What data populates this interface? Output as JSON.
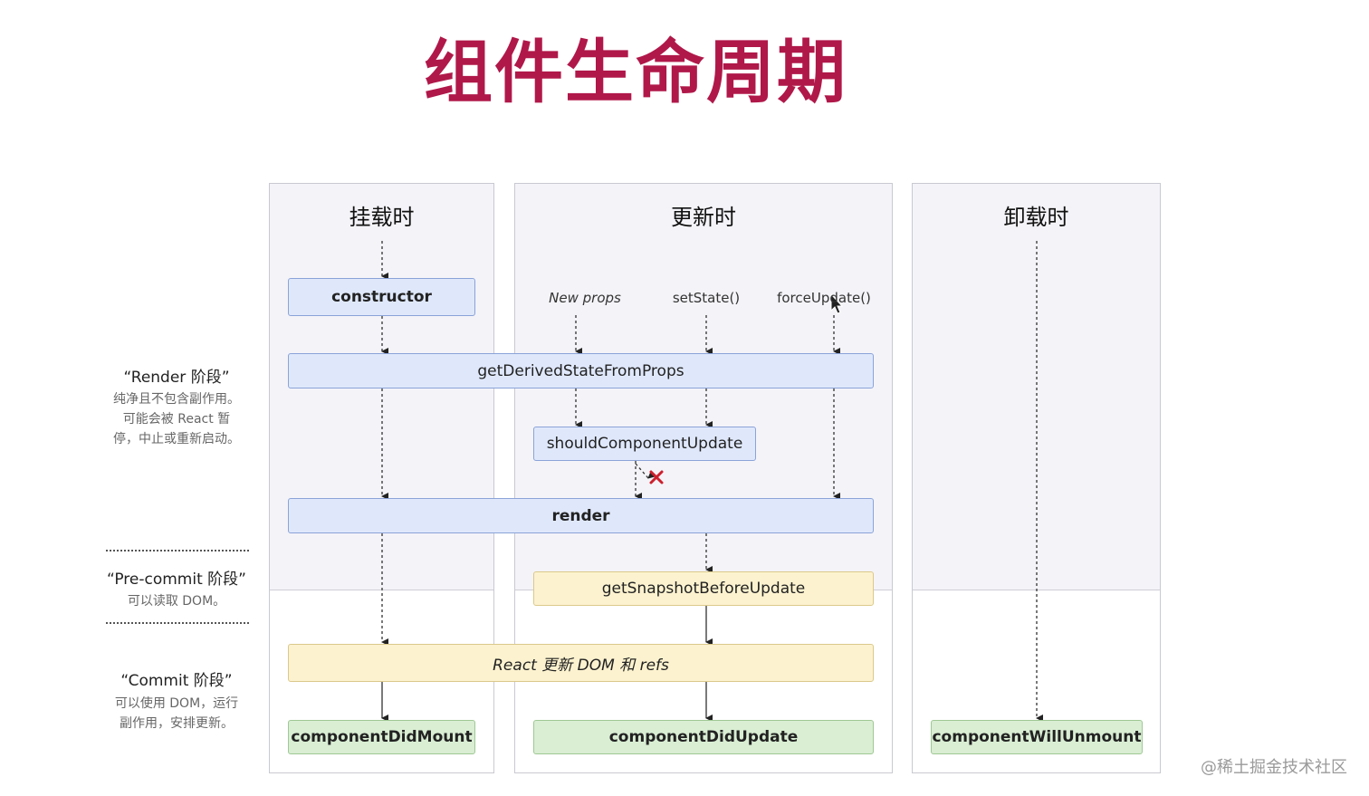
{
  "title": "组件生命周期",
  "columns": {
    "mount": "挂载时",
    "update": "更新时",
    "unmount": "卸载时"
  },
  "triggers": {
    "new_props": "New props",
    "set_state": "setState()",
    "force_update": "forceUpdate()"
  },
  "boxes": {
    "constructor": "constructor",
    "get_derived": "getDerivedStateFromProps",
    "should_update": "shouldComponentUpdate",
    "render": "render",
    "snapshot": "getSnapshotBeforeUpdate",
    "react_update_dom": "React 更新 DOM 和 refs",
    "did_mount": "componentDidMount",
    "did_update": "componentDidUpdate",
    "will_unmount": "componentWillUnmount"
  },
  "phases": {
    "render_title": "“Render 阶段”",
    "render_desc_1": "纯净且不包含副作用。",
    "render_desc_2": "可能会被 React 暂",
    "render_desc_3": "停，中止或重新启动。",
    "precommit_title": "“Pre-commit 阶段”",
    "precommit_desc": "可以读取 DOM。",
    "commit_title": "“Commit 阶段”",
    "commit_desc_1": "可以使用 DOM，运行",
    "commit_desc_2": "副作用，安排更新。"
  },
  "watermark": "@稀土掘金技术社区",
  "colors": {
    "title": "#b0184a",
    "render_phase_box": "#dfe8fb",
    "precommit_box": "#fcf2cf",
    "commit_box": "#d9eed3",
    "cancel_mark": "#cc1f2d"
  }
}
